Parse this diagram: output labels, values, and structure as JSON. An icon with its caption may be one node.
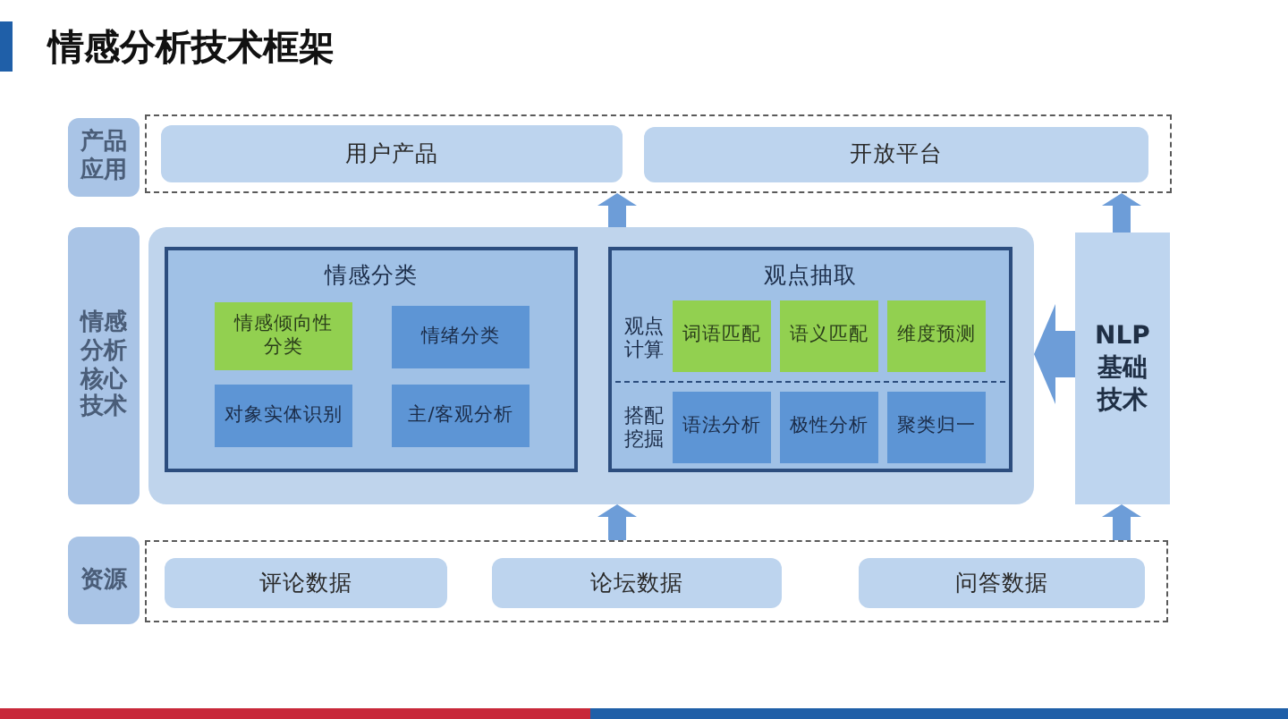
{
  "diagram": {
    "title": "情感分析技术框架",
    "nodes": [
      {
        "text": [
          "产品应用"
        ]
      },
      {
        "text": [],
        "shape": "box"
      },
      {
        "text": [
          "用户产品"
        ],
        "in": 1
      },
      {
        "text": [
          "开放平台"
        ],
        "in": 1
      },
      {
        "text": [
          "情感分析核心技术"
        ]
      },
      {
        "text": [],
        "shape": "box"
      },
      {
        "text": [
          "情感分类"
        ],
        "in": 5
      },
      {
        "text": [
          "情感倾向性分类"
        ],
        "in": 6
      },
      {
        "text": [
          "情绪分类"
        ],
        "in": 6
      },
      {
        "text": [
          "对象实体识别"
        ],
        "in": 6
      },
      {
        "text": [
          "主/客观分析"
        ],
        "in": 6
      },
      {
        "text": [
          "观点抽取",
          "观点计算",
          "搭配挖掘"
        ],
        "in": 5
      },
      {
        "text": [
          "词语匹配"
        ],
        "in": 11
      },
      {
        "text": [
          "语义匹配"
        ],
        "in": 11
      },
      {
        "text": [
          "维度预测"
        ],
        "in": 11
      },
      {
        "text": [
          "语法分析"
        ],
        "in": 11
      },
      {
        "text": [
          "极性分析"
        ],
        "in": 11
      },
      {
        "text": [
          "聚类归一"
        ],
        "in": 11
      },
      {
        "text": [
          "NLP基础技术"
        ]
      },
      {
        "text": [
          "资源"
        ]
      },
      {
        "text": [],
        "shape": "box"
      },
      {
        "text": [
          "评论数据"
        ],
        "in": 20
      },
      {
        "text": [
          "论坛数据"
        ],
        "in": 20
      },
      {
        "text": [
          "问答数据"
        ],
        "in": 20
      }
    ],
    "edges": [
      {
        "from": 5,
        "to": 1,
        "arrow": "to"
      },
      {
        "from": 18,
        "to": 1,
        "arrow": "to"
      },
      {
        "from": 18,
        "to": 5,
        "arrow": "to"
      },
      {
        "from": 20,
        "to": 5,
        "arrow": "to"
      },
      {
        "from": 20,
        "to": 18,
        "arrow": "to"
      }
    ]
  }
}
